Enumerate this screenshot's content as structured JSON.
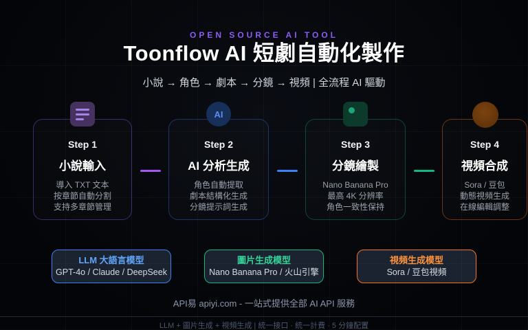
{
  "header": {
    "eyebrow": "OPEN SOURCE AI TOOL",
    "title": "Toonflow AI 短劇自動化製作",
    "subtitle": "小說 → 角色 → 劇本 → 分鏡 → 視頻 | 全流程 AI 驅動",
    "eyebrow_color": "#8b5cf6"
  },
  "steps": [
    {
      "label": "Step 1",
      "title": "小說輸入",
      "items": [
        "導入 TXT 文本",
        "按章節自動分割",
        "支持多章節管理"
      ],
      "accent": "#a855f7",
      "icon": "document-lines-icon"
    },
    {
      "label": "Step 2",
      "title": "AI 分析生成",
      "items": [
        "角色自動提取",
        "劇本結構化生成",
        "分鏡提示詞生成"
      ],
      "accent": "#3b82f6",
      "icon": "ai-badge-icon",
      "icon_text": "AI"
    },
    {
      "label": "Step 3",
      "title": "分鏡繪製",
      "items": [
        "Nano Banana Pro",
        "最高 4K 分辨率",
        "角色一致性保持"
      ],
      "accent": "#10b981",
      "icon": "image-dot-icon"
    },
    {
      "label": "Step 4",
      "title": "視頻合成",
      "items": [
        "Sora / 豆包",
        "動態視頻生成",
        "在線編輯調整"
      ],
      "accent": "#f97316",
      "icon": "video-circle-icon"
    }
  ],
  "connectors": [
    {
      "color": "#a855f7"
    },
    {
      "color": "#3b82f6"
    },
    {
      "color": "#10b981"
    }
  ],
  "models": [
    {
      "title": "LLM 大語言模型",
      "subtitle": "GPT-4o / Claude / DeepSeek",
      "accent": "#3b82f6"
    },
    {
      "title": "圖片生成模型",
      "subtitle": "Nano Banana Pro / 火山引擎",
      "accent": "#10b981"
    },
    {
      "title": "視頻生成模型",
      "subtitle": "Sora / 豆包視頻",
      "accent": "#f97316"
    }
  ],
  "footer": {
    "main": "API易 apiyi.com - 一站式提供全部 AI API 服務",
    "sub": "LLM + 圖片生成 + 視頻生成 | 統一接口 · 統一計費 · 5 分鐘配置"
  }
}
